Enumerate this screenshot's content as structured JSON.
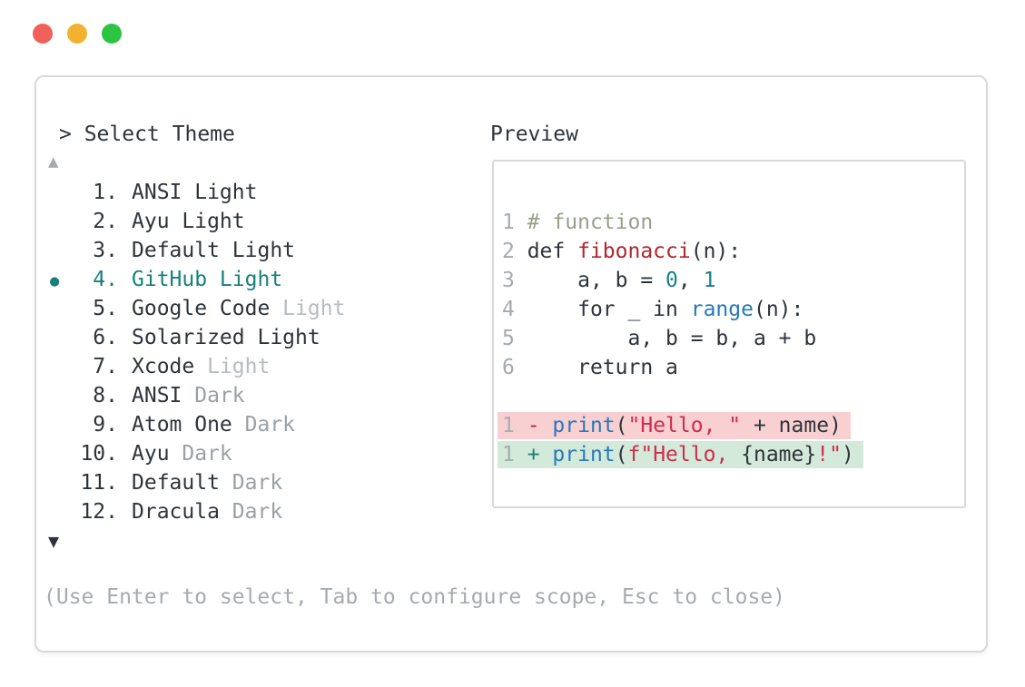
{
  "colors": {
    "text": "#2e343b",
    "muted": "#a6abb0",
    "comment": "#98a08a",
    "func": "#b3262e",
    "num": "#17808d",
    "builtin": "#2879b9",
    "string": "#d22b4e",
    "removed": "#b3262e",
    "added": "#1c8170",
    "selected": "#17807a",
    "suffixLight": "#b6bcc1",
    "suffixDark": "#9aa0a5",
    "removedBg": "#f8d0d2",
    "addedBg": "#d3e9da",
    "border": "#d9d9d9"
  },
  "window": {
    "traffic_lights": [
      {
        "name": "close",
        "color": "#f1605b"
      },
      {
        "name": "minimize",
        "color": "#f2b12e"
      },
      {
        "name": "zoom",
        "color": "#2bc443"
      }
    ]
  },
  "selector": {
    "prompt": "> Select Theme",
    "scroll_up": "▲",
    "scroll_down": "▼",
    "bullet": "●",
    "hint": "(Use Enter to select, Tab to configure scope, Esc to close)",
    "items": [
      {
        "number": "1.",
        "selected": false,
        "parts": [
          {
            "t": "ANSI Light",
            "c": "text"
          }
        ]
      },
      {
        "number": "2.",
        "selected": false,
        "parts": [
          {
            "t": "Ayu Light",
            "c": "text"
          }
        ]
      },
      {
        "number": "3.",
        "selected": false,
        "parts": [
          {
            "t": "Default Light",
            "c": "text"
          }
        ]
      },
      {
        "number": "4.",
        "selected": true,
        "parts": [
          {
            "t": "GitHub Light",
            "c": "selected"
          }
        ]
      },
      {
        "number": "5.",
        "selected": false,
        "parts": [
          {
            "t": "Google Code ",
            "c": "text"
          },
          {
            "t": "Light",
            "c": "suffixLight"
          }
        ]
      },
      {
        "number": "6.",
        "selected": false,
        "parts": [
          {
            "t": "Solarized Light",
            "c": "text"
          }
        ]
      },
      {
        "number": "7.",
        "selected": false,
        "parts": [
          {
            "t": "Xcode ",
            "c": "text"
          },
          {
            "t": "Light",
            "c": "suffixLight"
          }
        ]
      },
      {
        "number": "8.",
        "selected": false,
        "parts": [
          {
            "t": "ANSI ",
            "c": "text"
          },
          {
            "t": "Dark",
            "c": "suffixDark"
          }
        ]
      },
      {
        "number": "9.",
        "selected": false,
        "parts": [
          {
            "t": "Atom One ",
            "c": "text"
          },
          {
            "t": "Dark",
            "c": "suffixDark"
          }
        ]
      },
      {
        "number": "10.",
        "selected": false,
        "parts": [
          {
            "t": "Ayu ",
            "c": "text"
          },
          {
            "t": "Dark",
            "c": "suffixDark"
          }
        ]
      },
      {
        "number": "11.",
        "selected": false,
        "parts": [
          {
            "t": "Default ",
            "c": "text"
          },
          {
            "t": "Dark",
            "c": "suffixDark"
          }
        ]
      },
      {
        "number": "12.",
        "selected": false,
        "parts": [
          {
            "t": "Dracula ",
            "c": "text"
          },
          {
            "t": "Dark",
            "c": "suffixDark"
          }
        ]
      }
    ]
  },
  "preview": {
    "title": "Preview",
    "lines": [
      {
        "bg": "none",
        "tokens": [
          {
            "t": "1 ",
            "c": "muted"
          },
          {
            "t": "# function",
            "c": "comment"
          }
        ]
      },
      {
        "bg": "none",
        "tokens": [
          {
            "t": "2 ",
            "c": "muted"
          },
          {
            "t": "def ",
            "c": "text"
          },
          {
            "t": "fibonacci",
            "c": "func"
          },
          {
            "t": "(n):",
            "c": "text"
          }
        ]
      },
      {
        "bg": "none",
        "tokens": [
          {
            "t": "3 ",
            "c": "muted"
          },
          {
            "t": "    a, b = ",
            "c": "text"
          },
          {
            "t": "0",
            "c": "num"
          },
          {
            "t": ", ",
            "c": "text"
          },
          {
            "t": "1",
            "c": "num"
          }
        ]
      },
      {
        "bg": "none",
        "tokens": [
          {
            "t": "4 ",
            "c": "muted"
          },
          {
            "t": "    for _ in ",
            "c": "text"
          },
          {
            "t": "range",
            "c": "builtin"
          },
          {
            "t": "(n):",
            "c": "text"
          }
        ]
      },
      {
        "bg": "none",
        "tokens": [
          {
            "t": "5 ",
            "c": "muted"
          },
          {
            "t": "        a, b = b, a + b",
            "c": "text"
          }
        ]
      },
      {
        "bg": "none",
        "tokens": [
          {
            "t": "6 ",
            "c": "muted"
          },
          {
            "t": "    return a",
            "c": "text"
          }
        ]
      },
      {
        "bg": "none",
        "tokens": []
      },
      {
        "bg": "removed",
        "tokens": [
          {
            "t": "1 ",
            "c": "muted"
          },
          {
            "t": "- ",
            "c": "removed"
          },
          {
            "t": "print",
            "c": "builtin"
          },
          {
            "t": "(",
            "c": "text"
          },
          {
            "t": "\"Hello, \"",
            "c": "string"
          },
          {
            "t": " + name)",
            "c": "text"
          }
        ]
      },
      {
        "bg": "added",
        "tokens": [
          {
            "t": "1 ",
            "c": "muted"
          },
          {
            "t": "+ ",
            "c": "added"
          },
          {
            "t": "print",
            "c": "builtin"
          },
          {
            "t": "(",
            "c": "text"
          },
          {
            "t": "f\"Hello, ",
            "c": "string"
          },
          {
            "t": "{name}",
            "c": "text"
          },
          {
            "t": "!\"",
            "c": "string"
          },
          {
            "t": ")",
            "c": "text"
          }
        ]
      }
    ]
  }
}
